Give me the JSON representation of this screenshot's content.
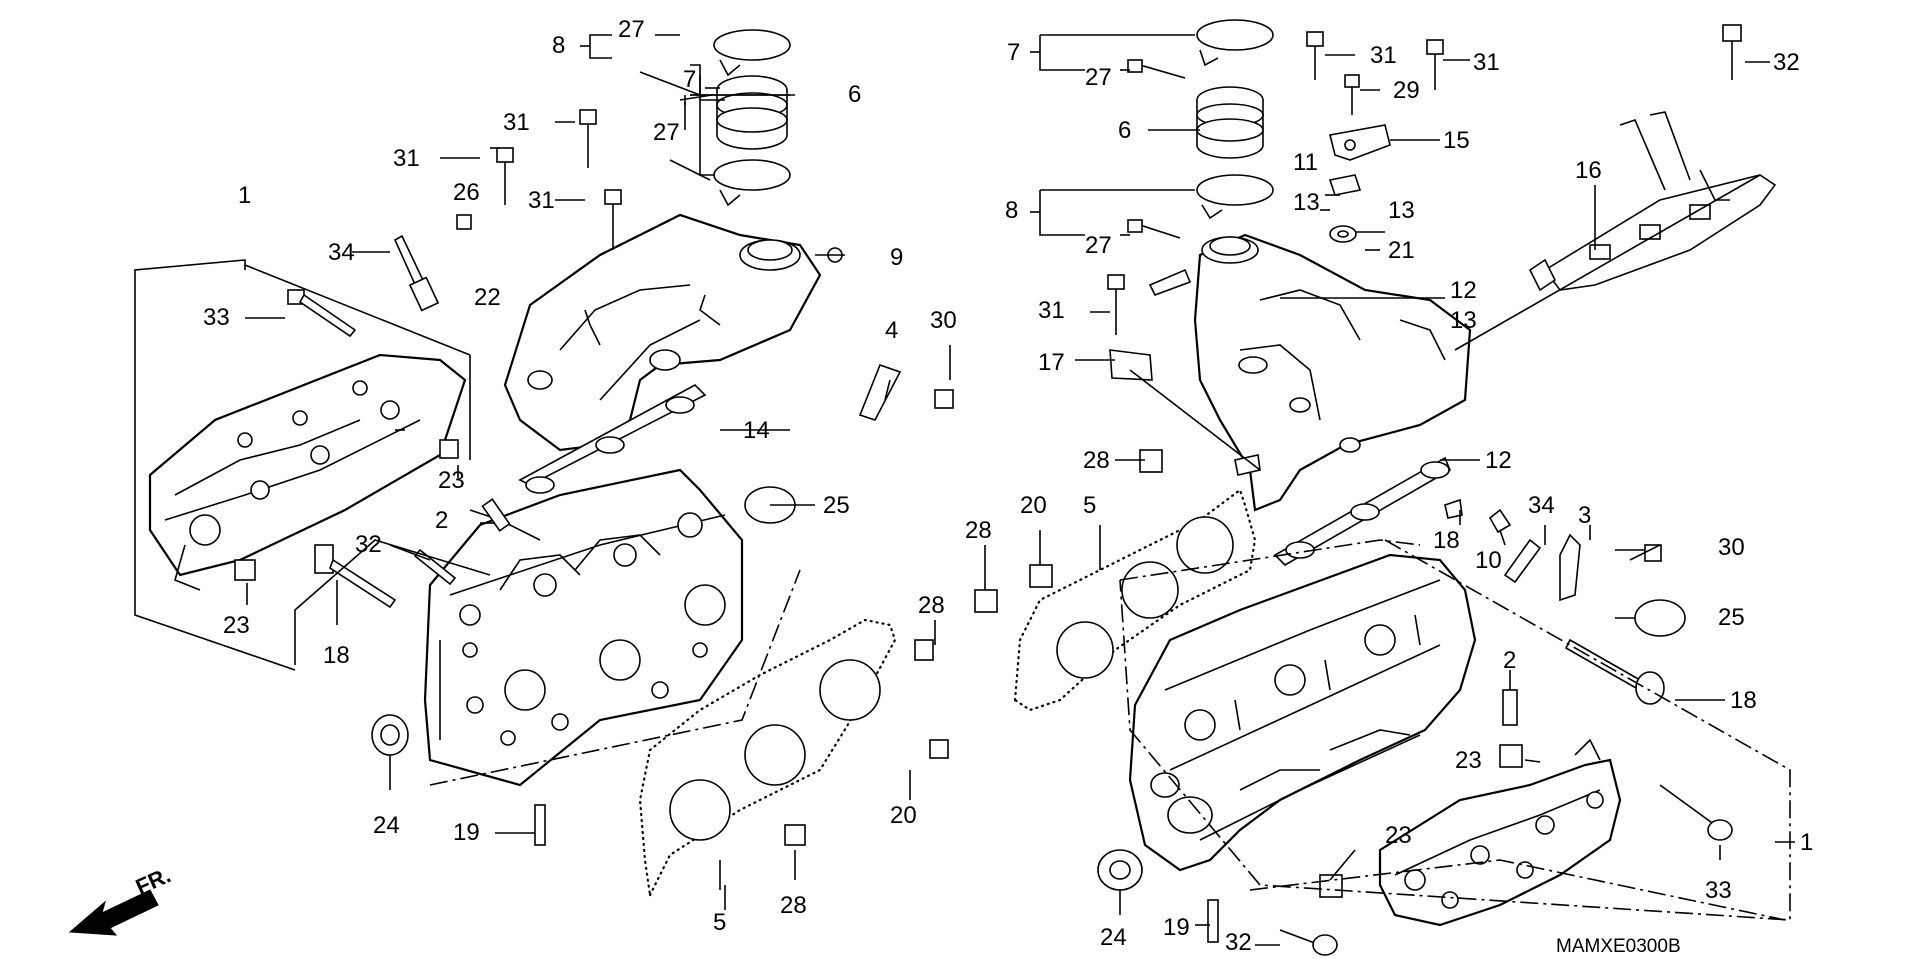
{
  "diagram_code": "MAMXE0300B",
  "direction_label": "FR.",
  "part_numbers": [
    "1",
    "2",
    "3",
    "4",
    "5",
    "6",
    "7",
    "8",
    "9",
    "10",
    "11",
    "12",
    "13",
    "14",
    "15",
    "16",
    "17",
    "18",
    "19",
    "20",
    "21",
    "22",
    "23",
    "24",
    "25",
    "26",
    "27",
    "28",
    "29",
    "30",
    "31",
    "32",
    "33",
    "34"
  ]
}
